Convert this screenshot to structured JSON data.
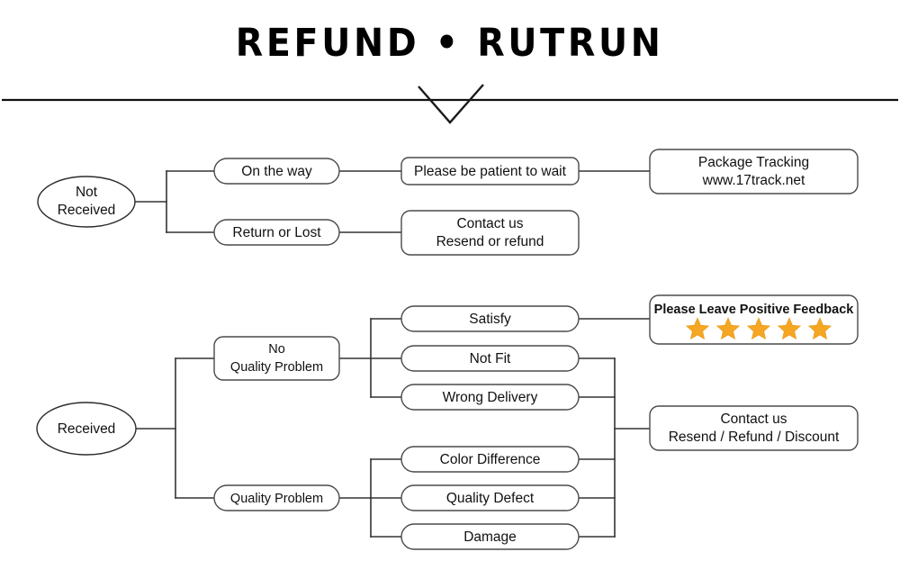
{
  "title": "REFUND • RUTRUN",
  "colors": {
    "star": "#f5a623",
    "border": "#4a4a4a",
    "connector": "#333333",
    "text": "#111111",
    "background": "#ffffff"
  },
  "sections": {
    "not_received": {
      "root": "Not\nReceived",
      "root_line1": "Not",
      "root_line2": "Received",
      "branches": [
        {
          "label": "On the way",
          "next": "Please be patient to wait",
          "final_line1": "Package Tracking",
          "final_line2": "www.17track.net"
        },
        {
          "label": "Return or Lost",
          "final_line1": "Contact us",
          "final_line2": "Resend or refund"
        }
      ]
    },
    "received": {
      "root": "Received",
      "branches": [
        {
          "label_line1": "No",
          "label_line2": "Quality Problem",
          "children": [
            "Satisfy",
            "Not Fit",
            "Wrong Delivery"
          ]
        },
        {
          "label_line1": "Quality Problem",
          "children": [
            "Color Difference",
            "Quality Defect",
            "Damage"
          ]
        }
      ],
      "outcomes": {
        "feedback": {
          "label": "Please Leave Positive Feedback",
          "star_count": 5
        },
        "contact": {
          "line1": "Contact us",
          "line2": "Resend / Refund / Discount"
        }
      }
    }
  },
  "nodes": {
    "not_received": "Not Received",
    "on_the_way": "On the way",
    "return_or_lost": "Return or Lost",
    "be_patient": "Please be patient to wait",
    "tracking_l1": "Package Tracking",
    "tracking_l2": "www.17track.net",
    "contact_l1": "Contact us",
    "contact_l2": "Resend or refund",
    "received": "Received",
    "no_quality_l1": "No",
    "no_quality_l2": "Quality Problem",
    "quality_problem": "Quality Problem",
    "satisfy": "Satisfy",
    "not_fit": "Not Fit",
    "wrong_delivery": "Wrong Delivery",
    "color_difference": "Color Difference",
    "quality_defect": "Quality Defect",
    "damage": "Damage",
    "feedback": "Please Leave Positive Feedback",
    "contact2_l1": "Contact us",
    "contact2_l2": "Resend / Refund / Discount"
  }
}
